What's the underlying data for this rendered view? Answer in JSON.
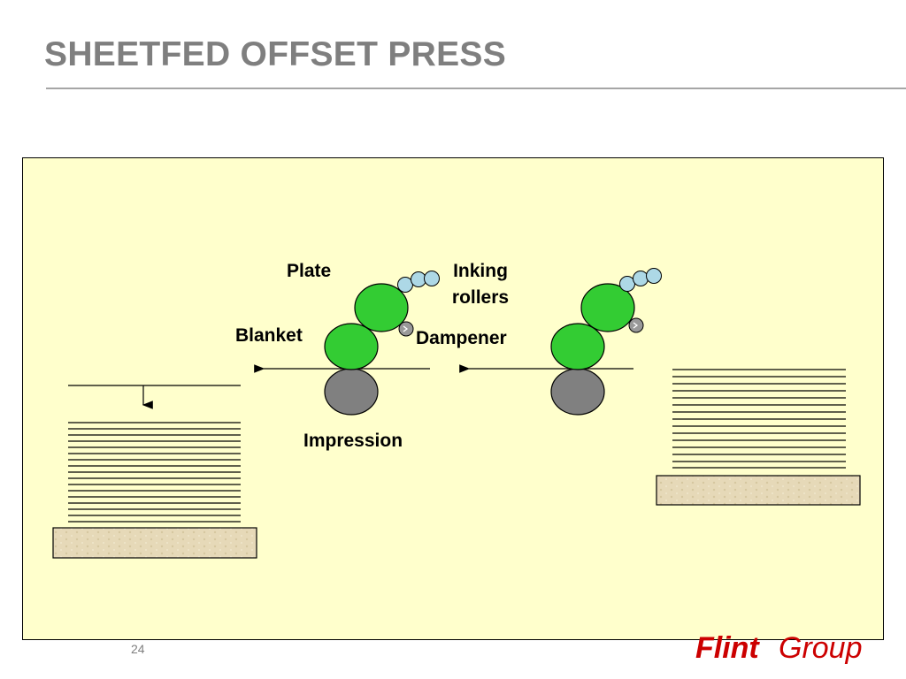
{
  "slide": {
    "title": "SHEETFED OFFSET PRESS",
    "page_number": "24"
  },
  "diagram": {
    "labels": {
      "plate": "Plate",
      "inking_rollers_line1": "Inking",
      "inking_rollers_line2": "rollers",
      "blanket": "Blanket",
      "dampener": "Dampener",
      "impression": "Impression"
    },
    "colors": {
      "panel_background": "#ffffcc",
      "plate_blanket_cylinder": "#33cc33",
      "impression_cylinder": "#808080",
      "inking_roller": "#add8e6",
      "dampener_roller": "#999999",
      "pallet": "#e6d9b8"
    }
  },
  "logo": {
    "text_part1": "Flint",
    "text_part2": "Group",
    "color": "#cc0000"
  }
}
